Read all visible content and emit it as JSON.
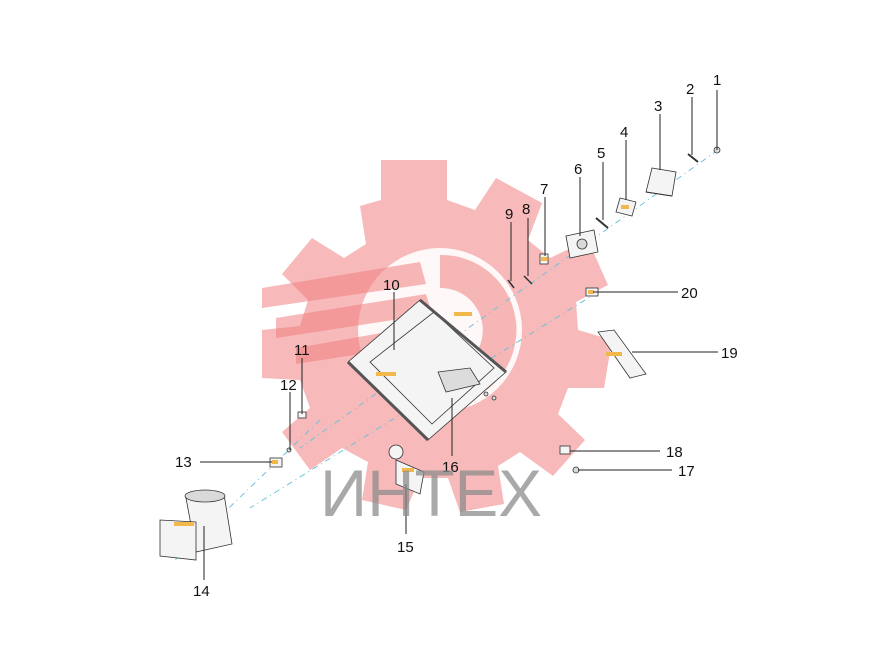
{
  "watermark": {
    "brand_text": "ИНТЕХ",
    "gear_color": "#f08080",
    "text_color": "#8c8c8c"
  },
  "diagram": {
    "kind": "exploded-parts",
    "axis_color": "#6ec3d8",
    "callouts": [
      {
        "id": "1",
        "label": "1"
      },
      {
        "id": "2",
        "label": "2"
      },
      {
        "id": "3",
        "label": "3"
      },
      {
        "id": "4",
        "label": "4"
      },
      {
        "id": "5",
        "label": "5"
      },
      {
        "id": "6",
        "label": "6"
      },
      {
        "id": "7",
        "label": "7"
      },
      {
        "id": "8",
        "label": "8"
      },
      {
        "id": "9",
        "label": "9"
      },
      {
        "id": "10",
        "label": "10"
      },
      {
        "id": "11",
        "label": "11"
      },
      {
        "id": "12",
        "label": "12"
      },
      {
        "id": "13",
        "label": "13"
      },
      {
        "id": "14",
        "label": "14"
      },
      {
        "id": "15",
        "label": "15"
      },
      {
        "id": "16",
        "label": "16"
      },
      {
        "id": "17",
        "label": "17"
      },
      {
        "id": "18",
        "label": "18"
      },
      {
        "id": "19",
        "label": "19"
      },
      {
        "id": "20",
        "label": "20"
      }
    ]
  }
}
